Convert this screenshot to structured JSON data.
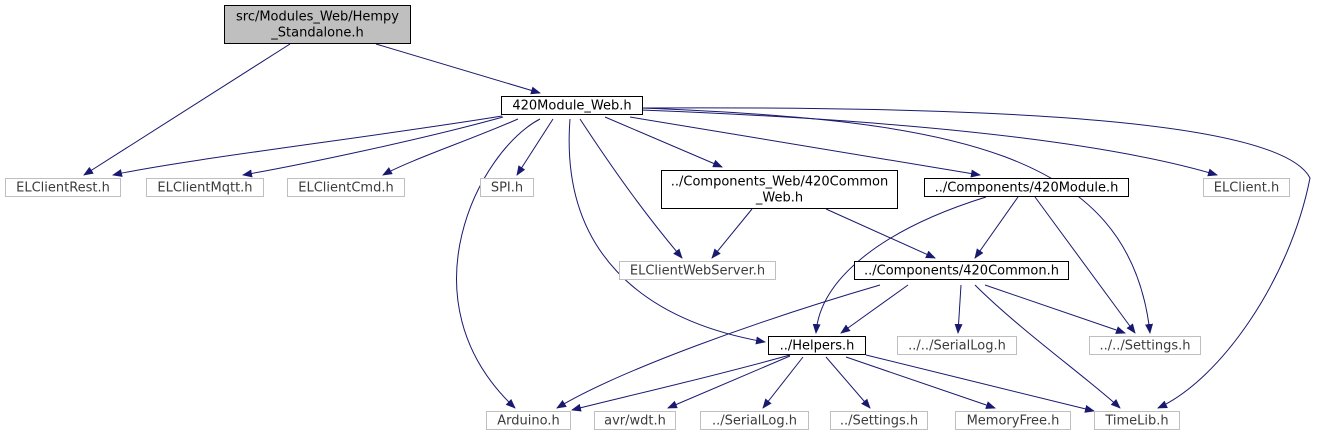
{
  "graph": {
    "colors": {
      "edge": "#191970",
      "root_fill": "#bfbfbf",
      "node_border": "#000000",
      "external_border": "#bfbfbf",
      "text_dark": "#000000",
      "text_external": "#3c3c3c"
    },
    "nodes": [
      {
        "id": "root",
        "label_lines": [
          "src/Modules_Web/Hempy",
          "_Standalone.h"
        ],
        "kind": "root"
      },
      {
        "id": "module_web",
        "label_lines": [
          "420Module_Web.h"
        ],
        "kind": "normal"
      },
      {
        "id": "elclientrest",
        "label_lines": [
          "ELClientRest.h"
        ],
        "kind": "external"
      },
      {
        "id": "elclientmqtt",
        "label_lines": [
          "ELClientMqtt.h"
        ],
        "kind": "external"
      },
      {
        "id": "elclientcmd",
        "label_lines": [
          "ELClientCmd.h"
        ],
        "kind": "external"
      },
      {
        "id": "spi",
        "label_lines": [
          "SPI.h"
        ],
        "kind": "external"
      },
      {
        "id": "common_web",
        "label_lines": [
          "../Components_Web/420Common",
          "_Web.h"
        ],
        "kind": "normal"
      },
      {
        "id": "module",
        "label_lines": [
          "../Components/420Module.h"
        ],
        "kind": "normal"
      },
      {
        "id": "elclient",
        "label_lines": [
          "ELClient.h"
        ],
        "kind": "external"
      },
      {
        "id": "elclientwebserver",
        "label_lines": [
          "ELClientWebServer.h"
        ],
        "kind": "external"
      },
      {
        "id": "common",
        "label_lines": [
          "../Components/420Common.h"
        ],
        "kind": "normal"
      },
      {
        "id": "helpers",
        "label_lines": [
          "../Helpers.h"
        ],
        "kind": "normal"
      },
      {
        "id": "serialLog2",
        "label_lines": [
          "../../SerialLog.h"
        ],
        "kind": "external"
      },
      {
        "id": "settings2",
        "label_lines": [
          "../../Settings.h"
        ],
        "kind": "external"
      },
      {
        "id": "arduino",
        "label_lines": [
          "Arduino.h"
        ],
        "kind": "external"
      },
      {
        "id": "avrwdt",
        "label_lines": [
          "avr/wdt.h"
        ],
        "kind": "external"
      },
      {
        "id": "serialLog1",
        "label_lines": [
          "../SerialLog.h"
        ],
        "kind": "external"
      },
      {
        "id": "settings1",
        "label_lines": [
          "../Settings.h"
        ],
        "kind": "external"
      },
      {
        "id": "memoryfree",
        "label_lines": [
          "MemoryFree.h"
        ],
        "kind": "external"
      },
      {
        "id": "timelib",
        "label_lines": [
          "TimeLib.h"
        ],
        "kind": "external"
      }
    ],
    "edges": [
      {
        "from": "root",
        "to": "elclientrest"
      },
      {
        "from": "root",
        "to": "module_web"
      },
      {
        "from": "module_web",
        "to": "elclientrest"
      },
      {
        "from": "module_web",
        "to": "elclientmqtt"
      },
      {
        "from": "module_web",
        "to": "elclientcmd"
      },
      {
        "from": "module_web",
        "to": "spi"
      },
      {
        "from": "module_web",
        "to": "arduino"
      },
      {
        "from": "module_web",
        "to": "helpers"
      },
      {
        "from": "module_web",
        "to": "elclientwebserver"
      },
      {
        "from": "module_web",
        "to": "common_web"
      },
      {
        "from": "module_web",
        "to": "module"
      },
      {
        "from": "module_web",
        "to": "settings2"
      },
      {
        "from": "module_web",
        "to": "elclient"
      },
      {
        "from": "module_web",
        "to": "timelib"
      },
      {
        "from": "common_web",
        "to": "elclientwebserver"
      },
      {
        "from": "common_web",
        "to": "common"
      },
      {
        "from": "module",
        "to": "helpers"
      },
      {
        "from": "module",
        "to": "common"
      },
      {
        "from": "module",
        "to": "settings2"
      },
      {
        "from": "common",
        "to": "arduino"
      },
      {
        "from": "common",
        "to": "helpers"
      },
      {
        "from": "common",
        "to": "serialLog2"
      },
      {
        "from": "common",
        "to": "settings2"
      },
      {
        "from": "common",
        "to": "timelib"
      },
      {
        "from": "helpers",
        "to": "arduino"
      },
      {
        "from": "helpers",
        "to": "avrwdt"
      },
      {
        "from": "helpers",
        "to": "serialLog1"
      },
      {
        "from": "helpers",
        "to": "settings1"
      },
      {
        "from": "helpers",
        "to": "memoryfree"
      },
      {
        "from": "helpers",
        "to": "timelib"
      }
    ]
  }
}
